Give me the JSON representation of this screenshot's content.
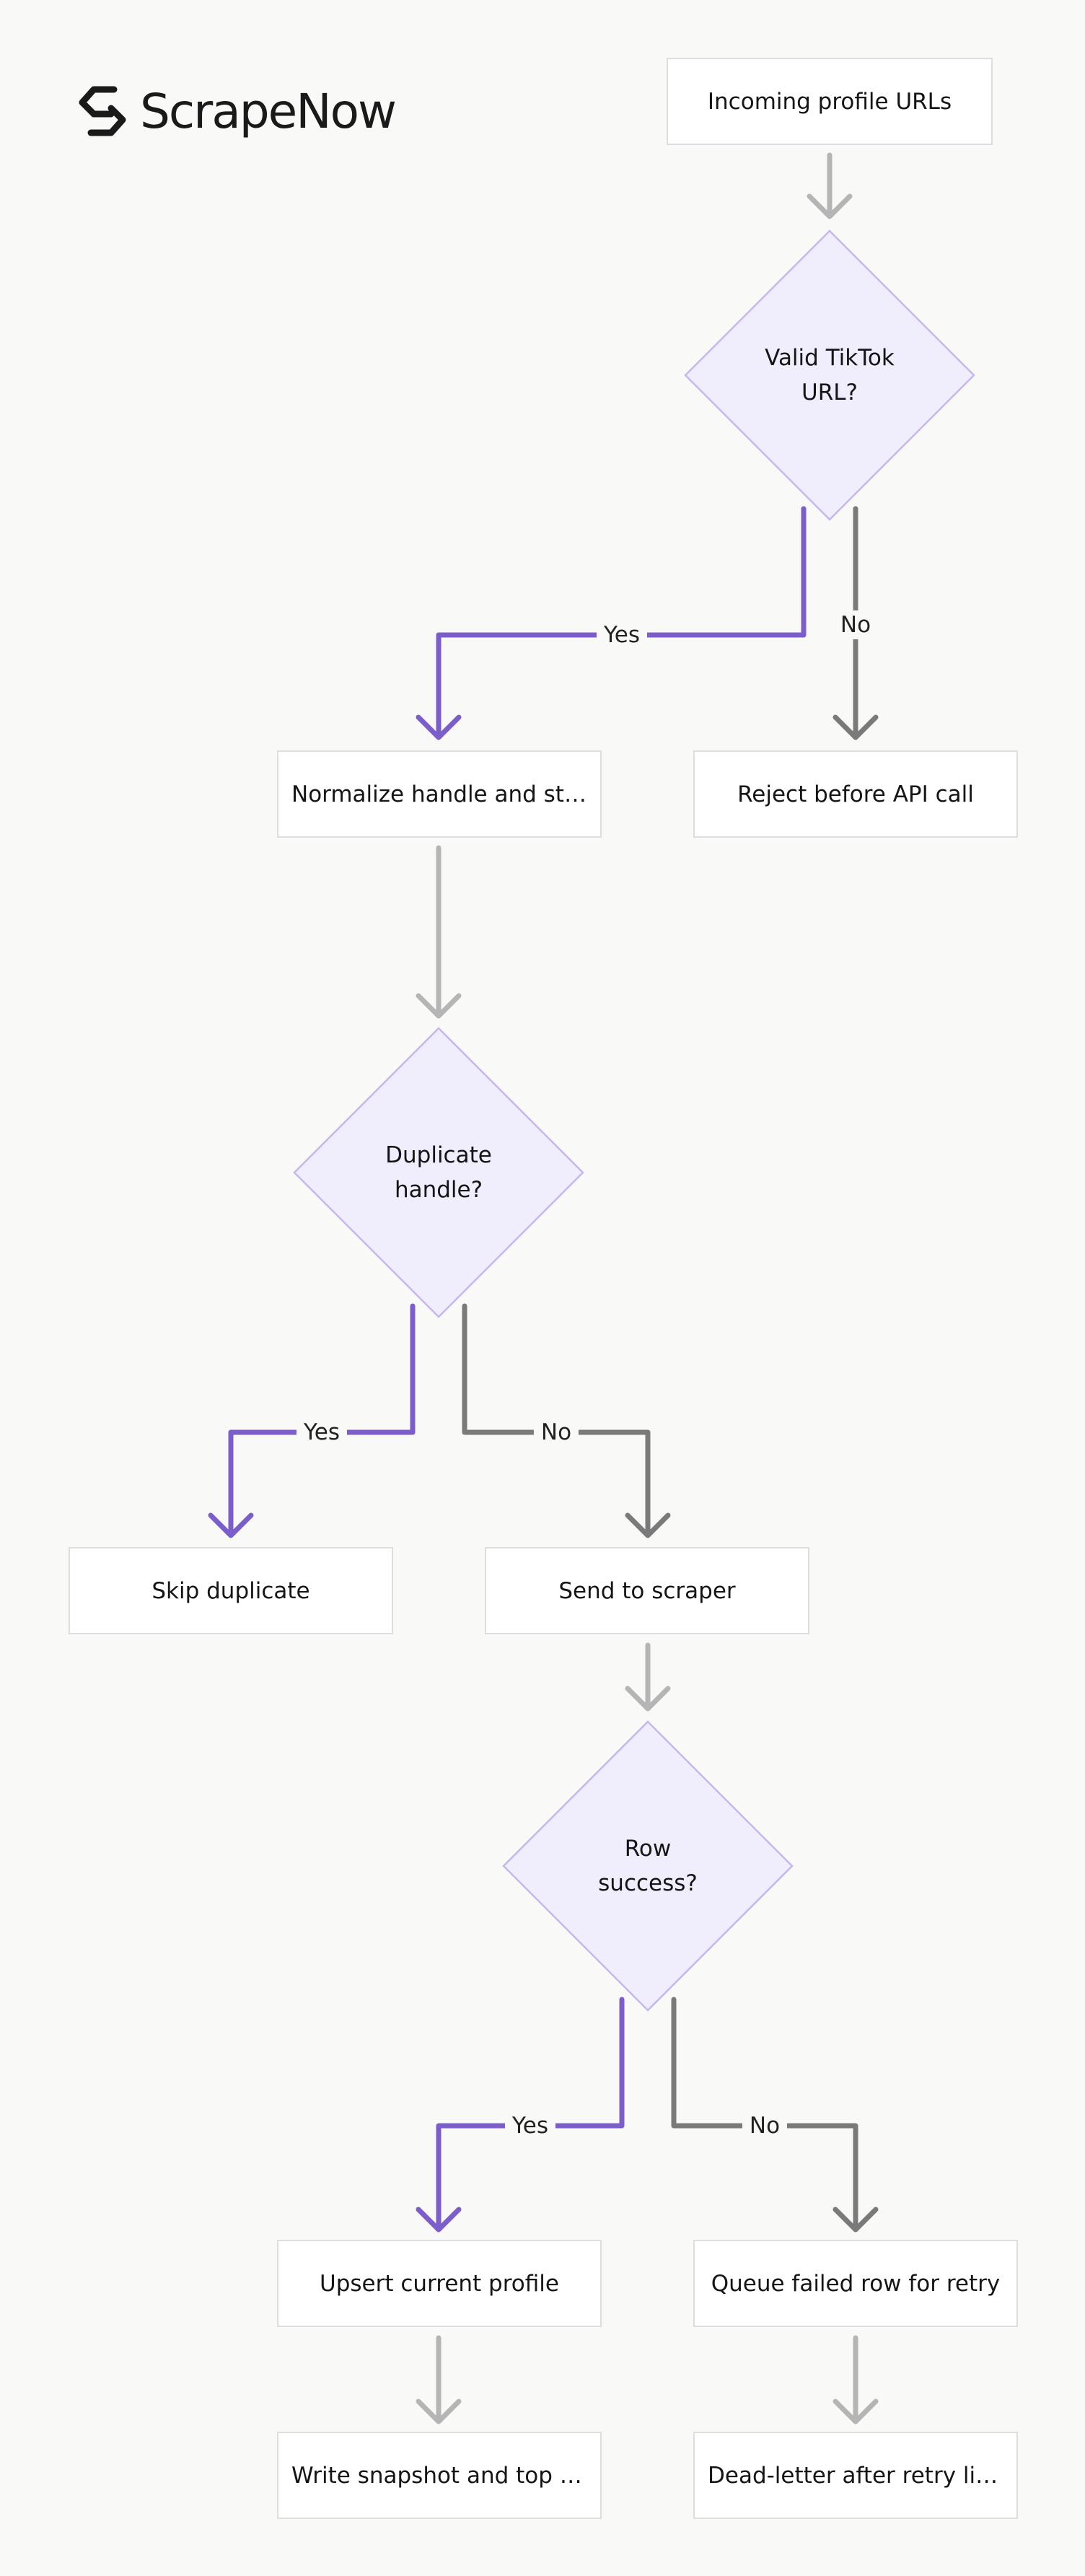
{
  "brand": {
    "name": "ScrapeNow",
    "logo_icon": "scrapenow-logo-icon"
  },
  "colors": {
    "yes": "#7b5ec9",
    "no": "#7a7a7a",
    "flow": "#b5b5b5",
    "diamond_fill": "#f0edfc",
    "diamond_stroke": "#c6b8ee"
  },
  "nodes": {
    "incoming": "Incoming profile URLs",
    "valid_q": "Valid TikTok URL?",
    "normalize": "Normalize handle and stri…",
    "reject": "Reject before API call",
    "duplicate_q": "Duplicate handle?",
    "skip": "Skip duplicate",
    "send": "Send to scraper",
    "success_q": "Row success?",
    "upsert": "Upsert current profile",
    "queue": "Queue failed row for retry",
    "snapshot": "Write snapshot and top vid…",
    "deadletter": "Dead-letter after retry limit"
  },
  "edge_labels": {
    "valid_yes": "Yes",
    "valid_no": "No",
    "dup_yes": "Yes",
    "dup_no": "No",
    "success_yes": "Yes",
    "success_no": "No"
  }
}
